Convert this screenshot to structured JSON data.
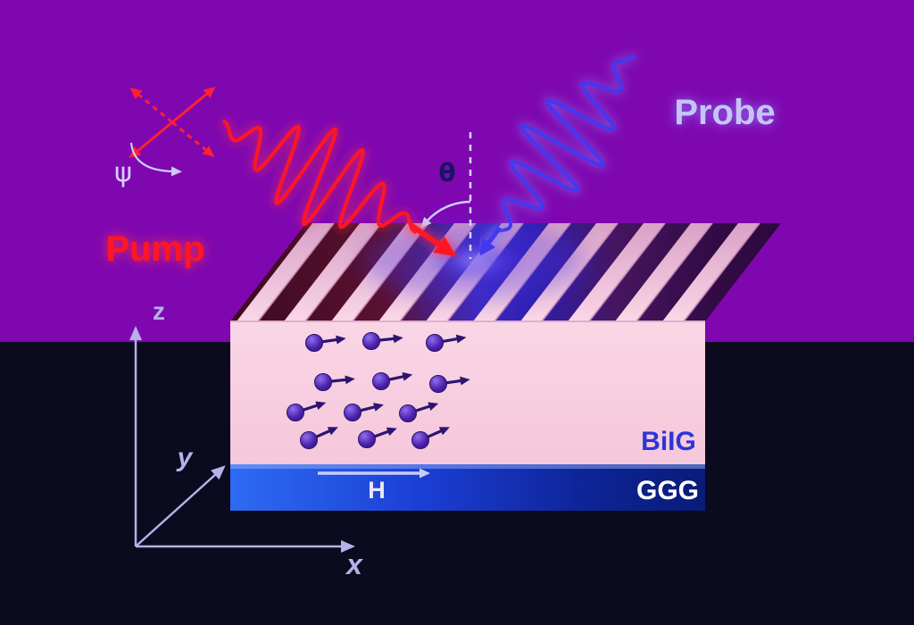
{
  "scene": {
    "labels": {
      "pump": "Pump",
      "probe": "Probe",
      "psi": "ψ",
      "theta": "θ",
      "axis_z": "z",
      "axis_y": "y",
      "axis_x": "x",
      "field": "H",
      "film": "BiIG",
      "substrate": "GGG"
    },
    "colors": {
      "background_top": "#7f07b0",
      "background_bottom": "#0c0a1e",
      "pump_beam": "#ff1420",
      "probe_beam": "#4338f0",
      "pump_label": "#ff1822",
      "probe_label": "#c6c4f6",
      "film_label": "#2b36d9",
      "substrate_label": "#ffffff",
      "field_label": "#e8e8fc",
      "axes": "#b4b2e6",
      "theta_label": "#1a1464",
      "psi_label": "#d4d2f6",
      "film_pink": "#f8d2e2",
      "substrate_blue": "#1233c8"
    }
  }
}
